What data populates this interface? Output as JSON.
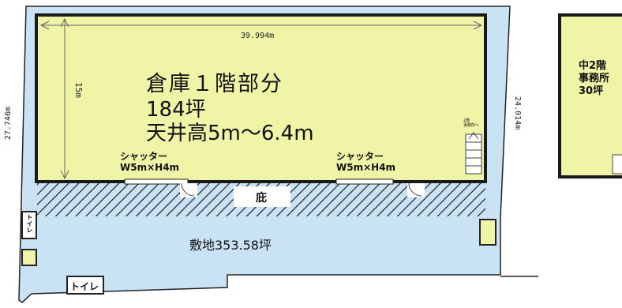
{
  "warehouse": {
    "title": "倉庫１階部分",
    "area": "184坪",
    "ceiling": "天井高5m～6.4m",
    "width_dim": "39.994m",
    "depth_dim": "15m"
  },
  "shutters": [
    {
      "name": "シャッター",
      "size": "W5m×H4m"
    },
    {
      "name": "シャッター",
      "size": "W5m×H4m"
    }
  ],
  "stairs_label": "2階\n事務所へ",
  "canopy": "庇",
  "site": {
    "area": "敷地353.58坪",
    "left_dim": "27.746m",
    "right_dim": "24.014m"
  },
  "toilets": [
    "トイレ",
    "トイレ"
  ],
  "office": {
    "floor": "中2階",
    "name": "事務所",
    "area": "30坪"
  },
  "colors": {
    "site_fill": "#c9e3f4",
    "building_fill": "#f0f4a6",
    "outline": "#222222"
  }
}
